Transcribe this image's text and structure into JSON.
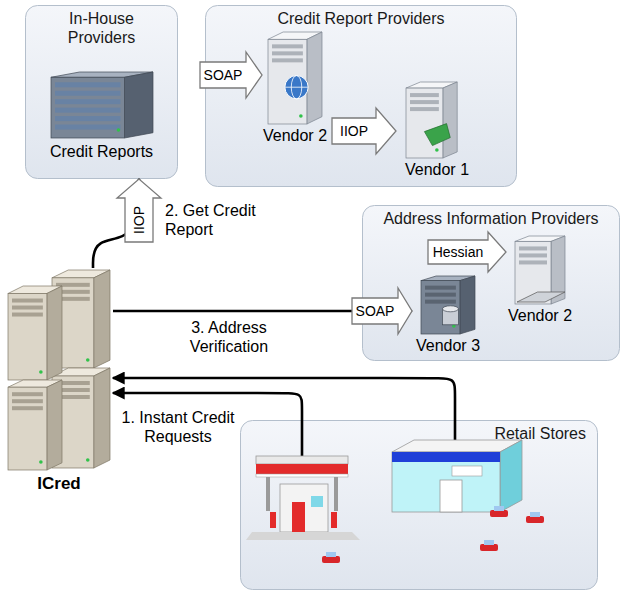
{
  "diagram": {
    "nodes": [
      {
        "text": [
          "In-House Providers"
        ]
      },
      {
        "text": [
          "Credit Reports"
        ],
        "in": 0
      },
      {
        "text": [
          "Credit Report Providers"
        ]
      },
      {
        "text": [
          "Vendor 2"
        ],
        "in": 2
      },
      {
        "text": [
          "Vendor 1"
        ],
        "in": 2
      },
      {
        "text": [
          "Address Information Providers"
        ]
      },
      {
        "text": [
          "Vendor 3"
        ],
        "in": 5
      },
      {
        "text": [
          "Vendor 2"
        ],
        "in": 5
      },
      {
        "text": [
          "ICred"
        ]
      },
      {
        "text": [
          "Retail Stores"
        ]
      }
    ],
    "edges": [
      {
        "from": 8,
        "to": 0,
        "arrow": "to",
        "label": "2. Get Credit Report"
      },
      {
        "from": 8,
        "to": 6,
        "arrow": "to",
        "label": "3. Address Verification"
      },
      {
        "from": 9,
        "to": 8,
        "arrow": "to",
        "label": "1. Instant Credit Requests"
      },
      {
        "from": 9,
        "to": 8,
        "arrow": "to"
      }
    ],
    "labels": [
      "IIOP",
      "SOAP",
      "IIOP",
      "Hessian",
      "SOAP"
    ]
  }
}
